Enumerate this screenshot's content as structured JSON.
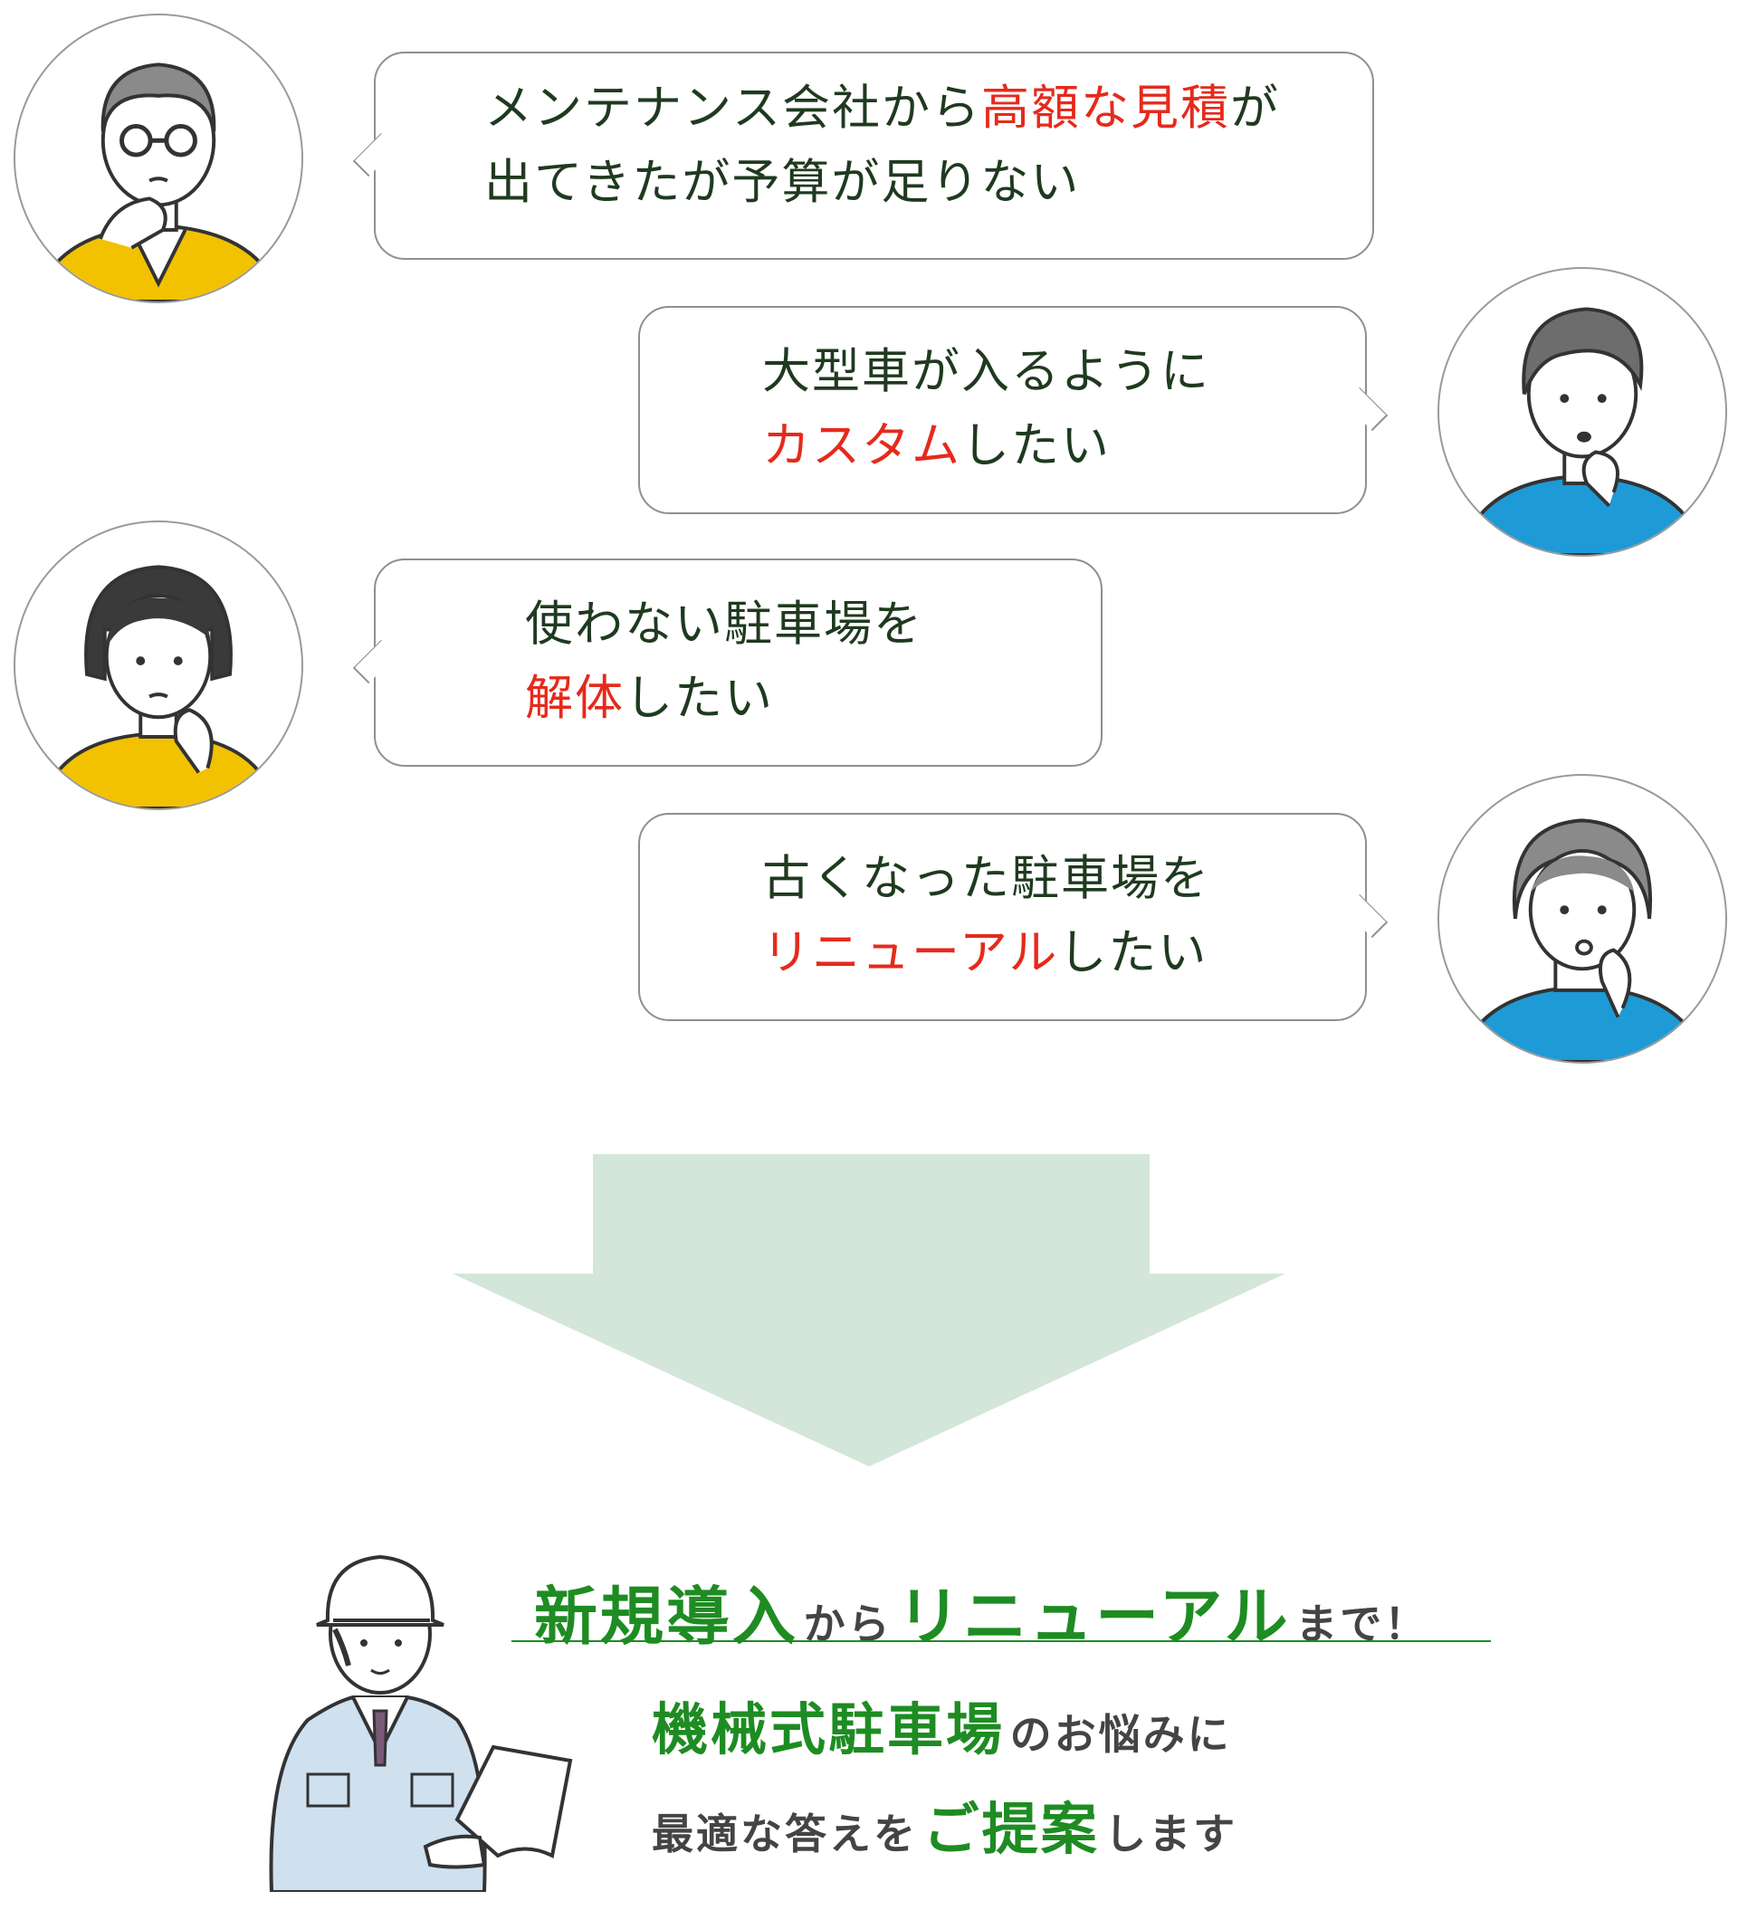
{
  "bubbles": [
    {
      "line1_a": "メンテナンス会社から",
      "line1_hl": "高額な見積",
      "line1_b": "が",
      "line2_a": "出てきたが予算が足りない"
    },
    {
      "line1_a": "大型車が入るように",
      "line2_hl": "カスタム",
      "line2_b": "したい"
    },
    {
      "line1_a": "使わない駐車場を",
      "line2_hl": "解体",
      "line2_b": "したい"
    },
    {
      "line1_a": "古くなった駐車場を",
      "line2_hl": "リニューアル",
      "line2_b": "したい"
    }
  ],
  "conclusion": {
    "headline_a": "新規導入",
    "headline_b": "から",
    "headline_c": "リニューアル",
    "headline_d": "まで！",
    "line2_a": "機械式駐車場",
    "line2_b": "のお悩みに",
    "line3_a": "最適な答えを",
    "line3_b": "ご提案",
    "line3_c": "します"
  },
  "icons": [
    "man-glasses-thinking-icon",
    "man-thinking-icon",
    "woman-thinking-icon",
    "elderly-woman-thinking-icon",
    "down-arrow-icon",
    "construction-worker-icon"
  ],
  "colors": {
    "highlight": "#e52a1c",
    "accent_green": "#1e8c22",
    "arrow": "#d3e6d9",
    "text": "#1f3a1f"
  }
}
